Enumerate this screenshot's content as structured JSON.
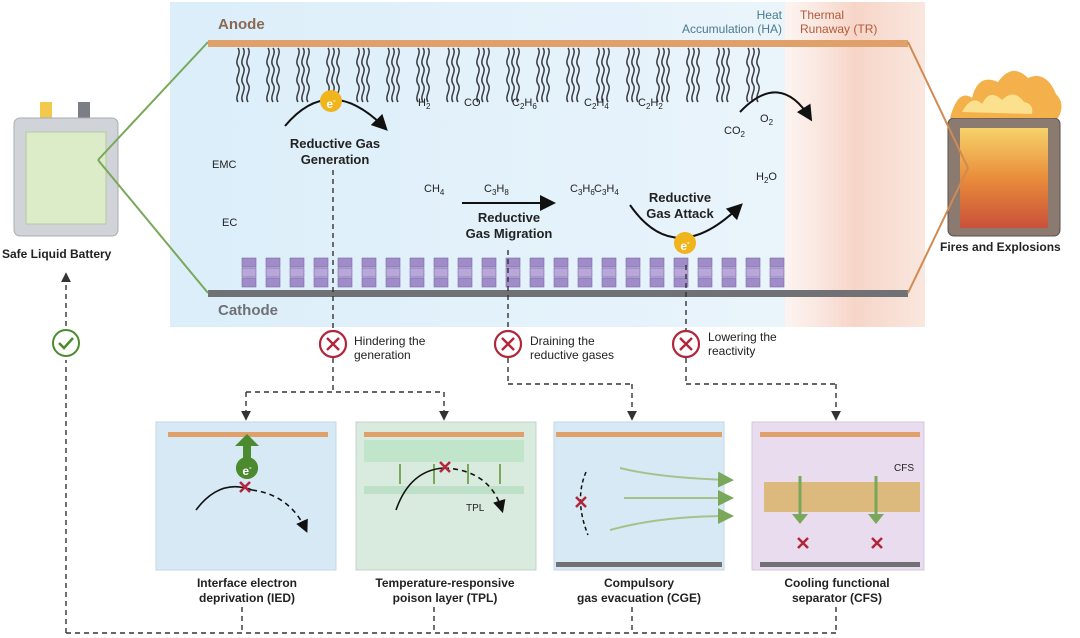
{
  "main": {
    "anode_label": "Anode",
    "cathode_label": "Cathode",
    "ha_line1": "Heat",
    "ha_line2": "Accumulation (HA)",
    "tr_line1": "Thermal",
    "tr_line2": "Runaway (TR)",
    "molecules": {
      "emc": "EMC",
      "ec": "EC",
      "h2": "H",
      "h2_sub": "2",
      "co": "CO",
      "ch4": "CH",
      "ch4_sub": "4",
      "c2h6": "C",
      "c2h6_sub1": "2",
      "c2h6_mid": "H",
      "c2h6_sub2": "6",
      "c3h8": "C",
      "c3h8_sub1": "3",
      "c3h8_mid": "H",
      "c3h8_sub2": "8",
      "c2h4": "C",
      "c2h4_sub1": "2",
      "c2h4_mid": "H",
      "c2h4_sub2": "4",
      "c3h6": "C",
      "c3h6_sub1": "3",
      "c3h6_mid": "H",
      "c3h6_sub2": "6",
      "c2h2": "C",
      "c2h2_sub1": "2",
      "c2h2_mid": "H",
      "c2h2_sub2": "2",
      "c3h4": "C",
      "c3h4_sub1": "3",
      "c3h4_mid": "H",
      "c3h4_sub2": "4",
      "co2": "CO",
      "co2_sub": "2",
      "o2": "O",
      "o2_sub": "2",
      "h2o": "H",
      "h2o_sub": "2",
      "h2o_end": "O"
    },
    "gen_line1": "Reductive Gas",
    "gen_line2": "Generation",
    "mig_line1": "Reductive",
    "mig_line2": "Gas Migration",
    "att_line1": "Reductive",
    "att_line2": "Gas Attack",
    "electron": "e",
    "electron_sup": "-"
  },
  "left": {
    "label": "Safe Liquid Battery"
  },
  "right": {
    "label": "Fires and Explosions"
  },
  "strategies": [
    {
      "line1": "Hindering the",
      "line2": "generation"
    },
    {
      "line1": "Draining the",
      "line2": "reductive gases"
    },
    {
      "line1": "Lowering the",
      "line2": "reactivity"
    }
  ],
  "panels": [
    {
      "line1": "Interface electron",
      "line2": "deprivation (IED)"
    },
    {
      "line1": "Temperature-responsive",
      "line2": "poison layer (TPL)",
      "tag": "TPL"
    },
    {
      "line1": "Compulsory",
      "line2": "gas evacuation (CGE)"
    },
    {
      "line1": "Cooling functional",
      "line2": "separator (CFS)",
      "tag": "CFS"
    }
  ],
  "colors": {
    "anode": "#e0a06a",
    "cathode": "#6f7174",
    "strategy_red": "#b2263a",
    "check_green": "#4c8a2f",
    "electron_yellow": "#f0b41c",
    "connector_green": "#79a85a",
    "connector_orange": "#d08a52"
  }
}
